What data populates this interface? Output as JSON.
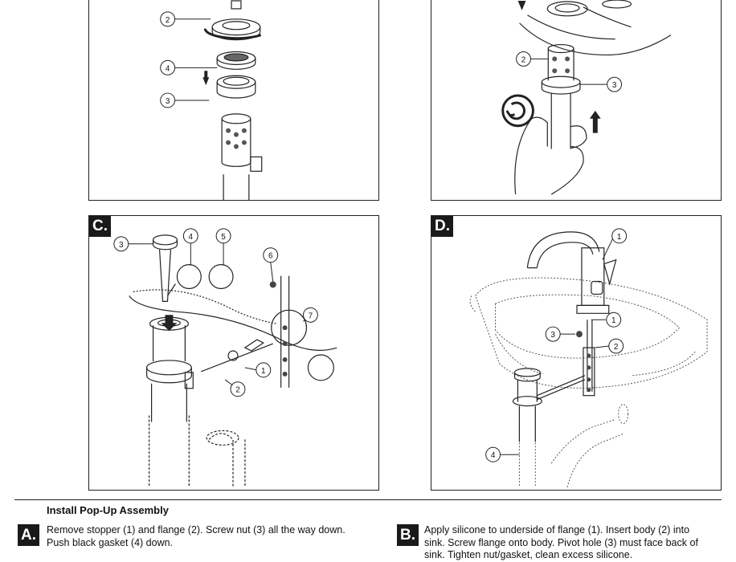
{
  "panels": {
    "a": {
      "callouts": [
        "2",
        "4",
        "3"
      ]
    },
    "b": {
      "callouts": [
        "2",
        "3"
      ]
    },
    "c": {
      "letter": "C.",
      "callouts": [
        "3",
        "4",
        "5",
        "6",
        "7",
        "1",
        "2"
      ]
    },
    "d": {
      "letter": "D.",
      "callouts": [
        "1",
        "1",
        "3",
        "2",
        "4"
      ]
    }
  },
  "instructions": {
    "title": "Install Pop-Up Assembly",
    "step_a": {
      "badge": "A.",
      "line1": "Remove stopper (1) and flange (2). Screw nut (3) all the way down.",
      "line2": "Push black gasket (4) down."
    },
    "step_b": {
      "badge": "B.",
      "line1": "Apply silicone to underside of flange (1). Insert body (2) into",
      "line2": "sink. Screw flange onto body. Pivot hole (3) must face back of",
      "line3": "sink. Tighten nut/gasket, clean excess silicone."
    }
  }
}
